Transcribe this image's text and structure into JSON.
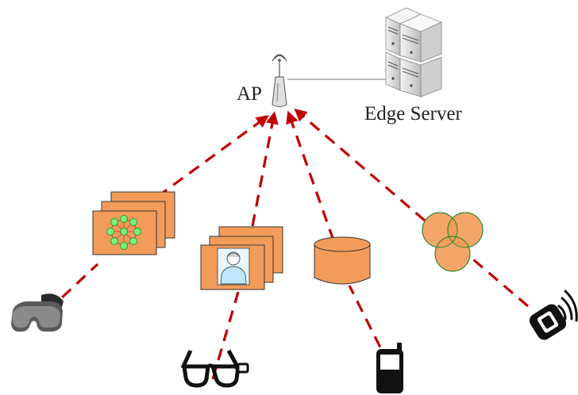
{
  "labels": {
    "ap": "AP",
    "edge_server": "Edge Server"
  },
  "colors": {
    "link": "#c00000",
    "content_fill": "#f39c5a",
    "node_green": "#7cf07c",
    "device_dark": "#111111"
  },
  "nodes": [
    {
      "id": "access-point",
      "icon": "antenna-icon"
    },
    {
      "id": "edge-server",
      "icon": "server-rack-icon"
    },
    {
      "id": "vr-headset",
      "icon": "vr-headset-icon"
    },
    {
      "id": "smart-glasses",
      "icon": "smart-glasses-icon"
    },
    {
      "id": "mobile-phone",
      "icon": "mobile-phone-icon"
    },
    {
      "id": "wearable-band",
      "icon": "wearable-band-icon"
    }
  ],
  "content": [
    {
      "id": "graph-frames",
      "icon": "graph-network-icon"
    },
    {
      "id": "avatar-frames",
      "icon": "person-avatar-icon"
    },
    {
      "id": "database",
      "icon": "database-cylinder-icon"
    },
    {
      "id": "venn",
      "icon": "venn-circles-icon"
    }
  ]
}
